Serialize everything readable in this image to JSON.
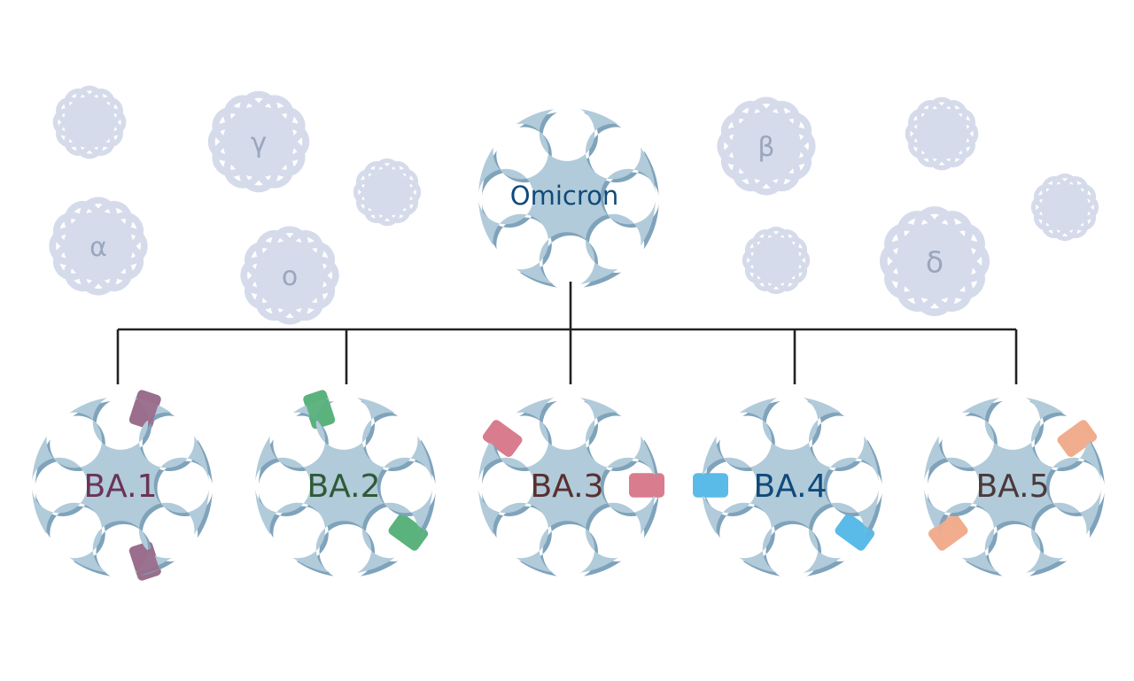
{
  "background_variants": [
    {
      "label": ""
    },
    {
      "label": "γ"
    },
    {
      "label": ""
    },
    {
      "label": "β"
    },
    {
      "label": ""
    },
    {
      "label": "α"
    },
    {
      "label": "ο"
    },
    {
      "label": ""
    },
    {
      "label": "δ"
    },
    {
      "label": ""
    }
  ],
  "root": {
    "label": "Omicron",
    "text_color": "#0f4a7a"
  },
  "subvariants": [
    {
      "label": "BA.1",
      "text_color": "#6b3456",
      "spike_color": "#9a6e8c"
    },
    {
      "label": "BA.2",
      "text_color": "#2f5a37",
      "spike_color": "#5bb27c"
    },
    {
      "label": "BA.3",
      "text_color": "#5a2f2f",
      "spike_color": "#d97c8e"
    },
    {
      "label": "BA.4",
      "text_color": "#0f4a7a",
      "spike_color": "#5bbbe8"
    },
    {
      "label": "BA.5",
      "text_color": "#4a3a3a",
      "spike_color": "#f0ad8e"
    }
  ],
  "colors": {
    "virus_body": "#b1cbda",
    "virus_rim": "#7fa3bb",
    "bg_virus": "#d5dbea",
    "bg_label": "#9aa6bf",
    "tree_line": "#222222"
  }
}
